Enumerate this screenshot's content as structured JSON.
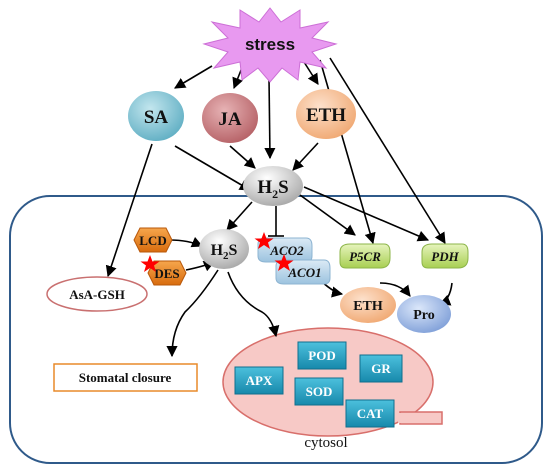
{
  "nodes": {
    "stress": "stress",
    "sa": "SA",
    "ja": "JA",
    "eth_top": "ETH",
    "h2s_top_main": "H",
    "h2s_top_sub": "2",
    "h2s_top_tail": "S",
    "h2s_cell_main": "H",
    "h2s_cell_sub": "2",
    "h2s_cell_tail": "S",
    "lcd": "LCD",
    "des": "DES",
    "aco2": "ACO2",
    "aco1": "ACO1",
    "p5cr": "P5CR",
    "pdh": "PDH",
    "asa_gsh": "AsA-GSH",
    "eth_cell": "ETH",
    "pro": "Pro",
    "stomatal": "Stomatal closure",
    "pod": "POD",
    "gr": "GR",
    "apx": "APX",
    "sod": "SOD",
    "cat": "CAT",
    "cytosol": "cytosol"
  },
  "colors": {
    "stress_fill": "#e899f0",
    "sa_fill": "#7fc3d3",
    "ja_fill": "#c97d80",
    "eth_fill": "#f5c19a",
    "h2s_fill": "#c9c9c9",
    "enzyme_orange": "#e8811a",
    "aco_blue": "#b9d6ea",
    "green_leaf": "#c4e27c",
    "pro_fill": "#a9c3ec",
    "cytosol_fill": "#f7c9c6",
    "cytosol_stroke": "#d86f6b",
    "box_teal": "#1fa4c7",
    "cell_border": "#2f5a8a",
    "star_red": "#ff0000"
  }
}
